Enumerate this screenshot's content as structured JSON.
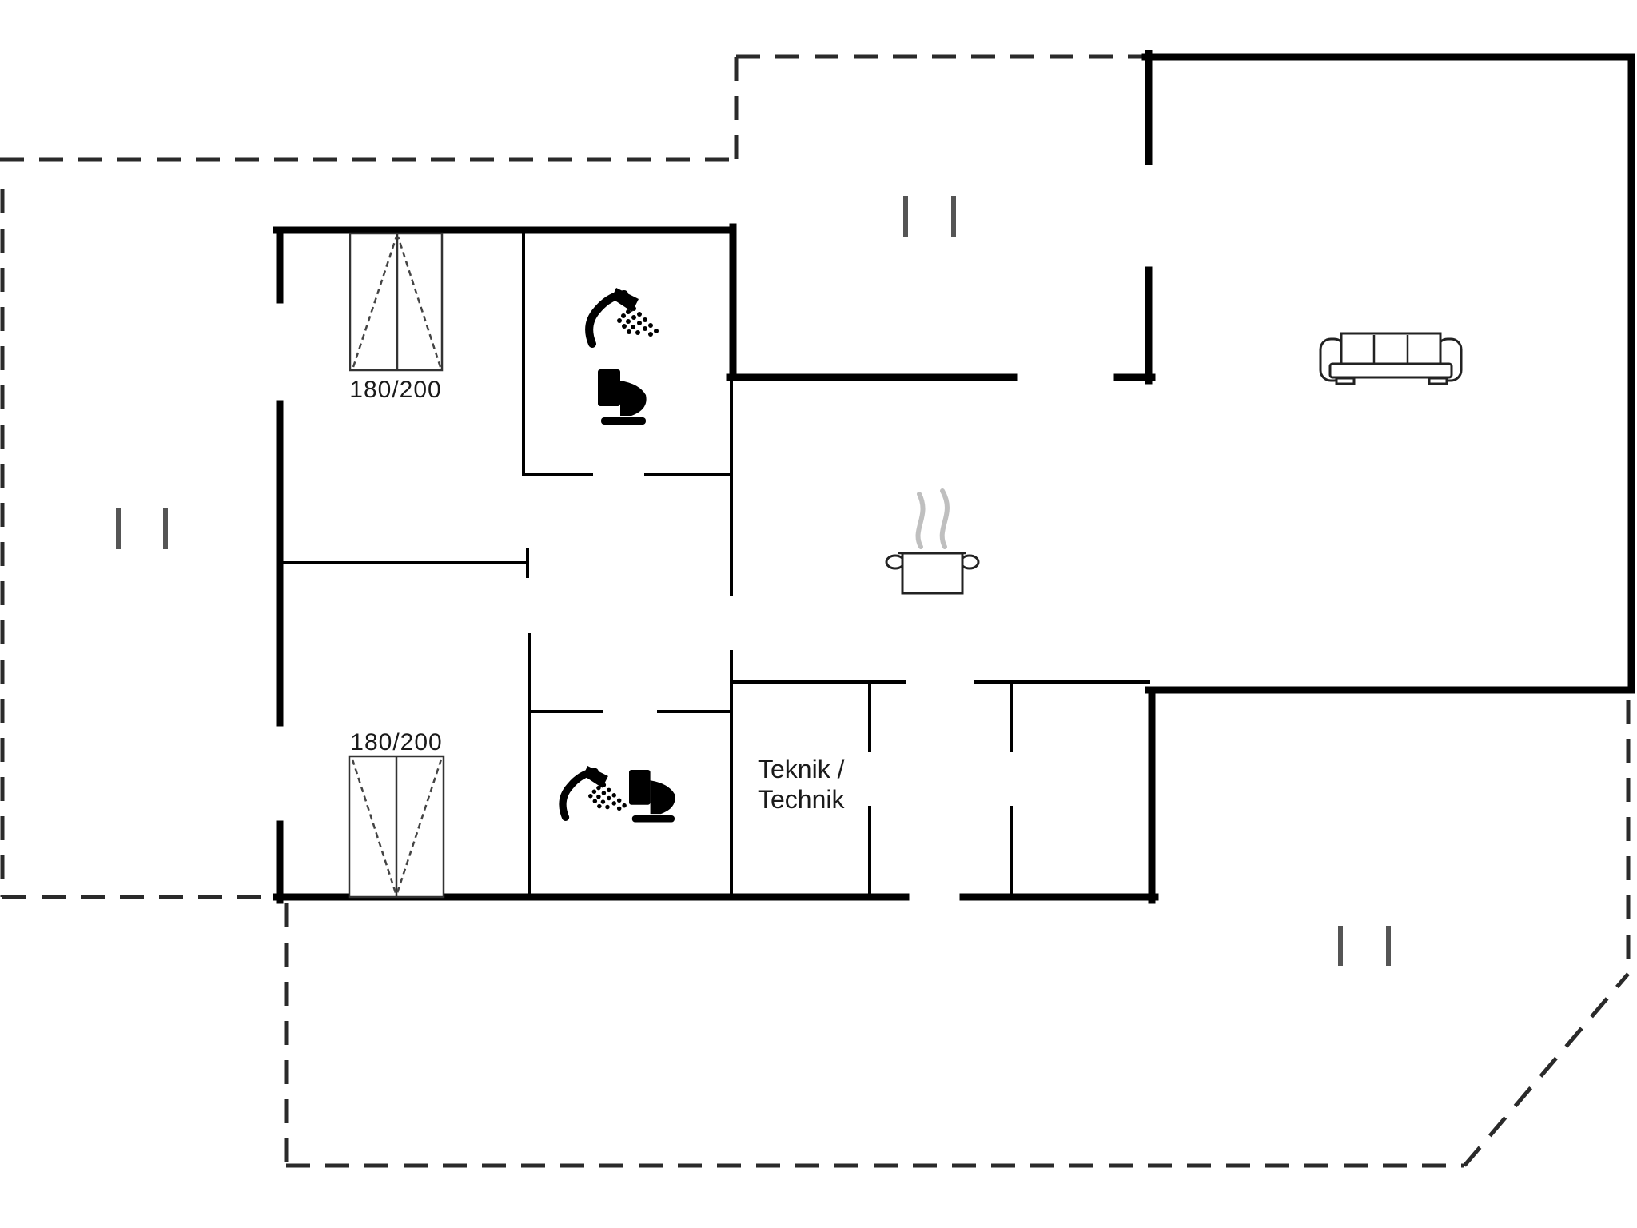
{
  "page": {
    "type": "floor-plan",
    "background": "#ffffff"
  },
  "labels": {
    "bed_top": "180/200",
    "bed_bottom": "180/200",
    "technik_line1": "Teknik /",
    "technik_line2": "Technik"
  },
  "colors": {
    "wall": "#000000",
    "terrace_dash": "#2a2a2a",
    "window_tick": "#555555",
    "furniture_outline": "#222222",
    "steam": "#bfbfbf",
    "text": "#1a1a1a",
    "background": "#ffffff"
  },
  "icons": [
    "double-bed-icon",
    "double-bed-icon",
    "shower-icon",
    "toilet-icon",
    "shower-icon",
    "toilet-icon",
    "cooking-pot-icon",
    "sofa-icon",
    "opening-tick-icon",
    "opening-tick-icon",
    "opening-tick-icon"
  ]
}
